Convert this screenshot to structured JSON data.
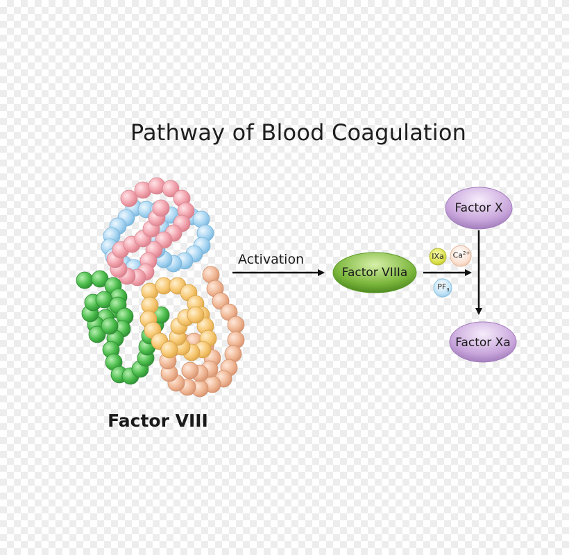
{
  "title": "Pathway of Blood Coagulation",
  "main_label": "Factor VIII",
  "arrow_label": "Activation",
  "nodes": {
    "factor_viiia": "Factor VIIIa",
    "factor_x": "Factor X",
    "factor_xa": "Factor Xa"
  },
  "cofactors": {
    "ixa": "IXa",
    "ca_base": "Ca",
    "ca_sup": "2+",
    "pf_base": "PF",
    "pf_sub": "3"
  },
  "colors": {
    "pink_beads": "#f2a3ad",
    "blue_beads": "#a9d6f2",
    "green_beads": "#4cbd4c",
    "yellow_beads": "#f7c873",
    "orange_beads": "#f0b896",
    "viiia_fill": "#79b53a",
    "x_fill": "#c9a6dc",
    "ixa_fill": "#dce14a",
    "ca_fill": "#fbe1d2",
    "pf_fill": "#bfe2f6"
  }
}
